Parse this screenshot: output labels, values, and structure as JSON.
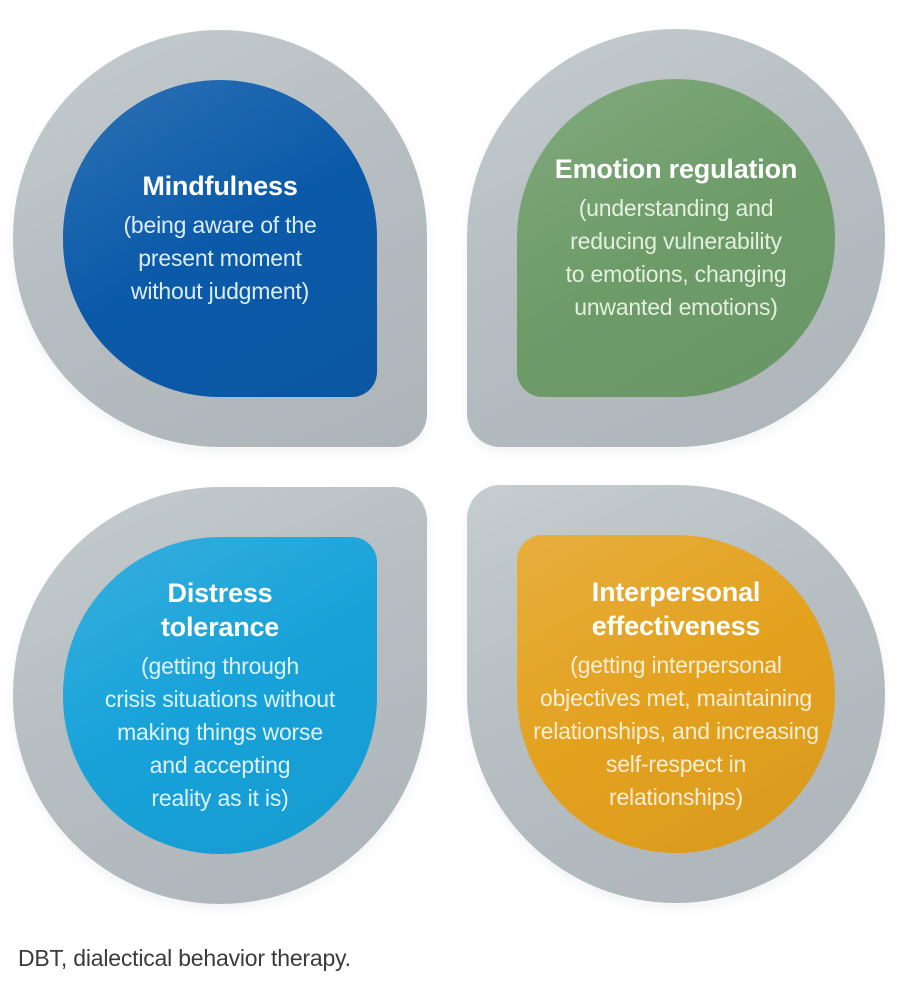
{
  "figure": {
    "caption": "DBT, dialectical behavior therapy.",
    "type": "four-quadrant teardrop diagram",
    "topic": "DBT skills modules"
  },
  "theme": {
    "background_color": "#ffffff",
    "ring_color": "#b6bec2",
    "title_color": "#ffffff",
    "caption_color": "#3b3b3b"
  },
  "quadrants": {
    "mindfulness": {
      "title": "Mindfulness",
      "description": "(being aware of the\npresent moment\nwithout judgment)",
      "fill_color": "#0b5aa9",
      "text_color": "#dcedf8"
    },
    "emotion_regulation": {
      "title": "Emotion regulation",
      "description": "(understanding and\nreducing vulnerability\nto emotions, changing\nunwanted emotions)",
      "fill_color": "#6d9c69",
      "text_color": "#e4efde"
    },
    "distress_tolerance": {
      "title": "Distress\ntolerance",
      "description": "(getting through\ncrisis situations without\nmaking things worse\nand accepting\nreality as it is)",
      "fill_color": "#17a2d9",
      "text_color": "#ddf3fb"
    },
    "interpersonal_effectiveness": {
      "title": "Interpersonal\neffectiveness",
      "description": "(getting interpersonal\nobjectives met, maintaining\nrelationships, and increasing\nself-respect in\nrelationships)",
      "fill_color": "#e3a11e",
      "text_color": "#f8eed4"
    }
  }
}
